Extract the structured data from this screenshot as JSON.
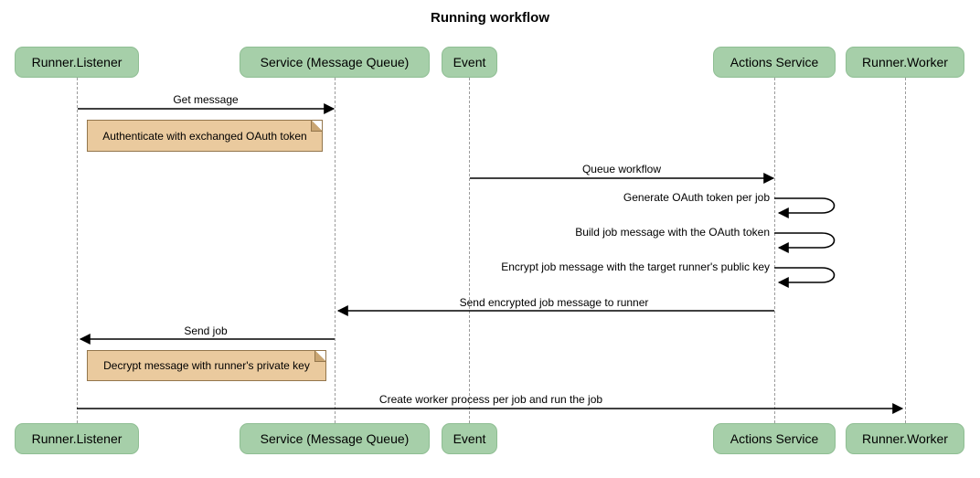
{
  "title": "Running workflow",
  "colors": {
    "actor_fill": "#a6cfa9",
    "actor_border": "#8fbe93",
    "note_fill": "#eaca9e",
    "note_border": "#93764c",
    "note_fold": "#c9a572",
    "lifeline": "#9b9b9b",
    "arrow": "#000000"
  },
  "actors": [
    {
      "label": "Runner.Listener"
    },
    {
      "label": "Service (Message Queue)"
    },
    {
      "label": "Event"
    },
    {
      "label": "Actions Service"
    },
    {
      "label": "Runner.Worker"
    }
  ],
  "messages": [
    {
      "label": "Get message",
      "from": "Runner.Listener",
      "to": "Service (Message Queue)"
    },
    {
      "label": "Queue workflow",
      "from": "Event",
      "to": "Actions Service"
    },
    {
      "label": "Generate OAuth token per job",
      "from": "Actions Service",
      "to": "Actions Service"
    },
    {
      "label": "Build job message with the OAuth token",
      "from": "Actions Service",
      "to": "Actions Service"
    },
    {
      "label": "Encrypt job message with the target runner's public key",
      "from": "Actions Service",
      "to": "Actions Service"
    },
    {
      "label": "Send encrypted job message to runner",
      "from": "Actions Service",
      "to": "Service (Message Queue)"
    },
    {
      "label": "Send job",
      "from": "Service (Message Queue)",
      "to": "Runner.Listener"
    },
    {
      "label": "Create worker process per job and run the job",
      "from": "Runner.Listener",
      "to": "Runner.Worker"
    }
  ],
  "notes": [
    {
      "label": "Authenticate with exchanged OAuth token",
      "position": "right of Runner.Listener"
    },
    {
      "label": "Decrypt message with runner's private key",
      "position": "right of Runner.Listener"
    }
  ]
}
